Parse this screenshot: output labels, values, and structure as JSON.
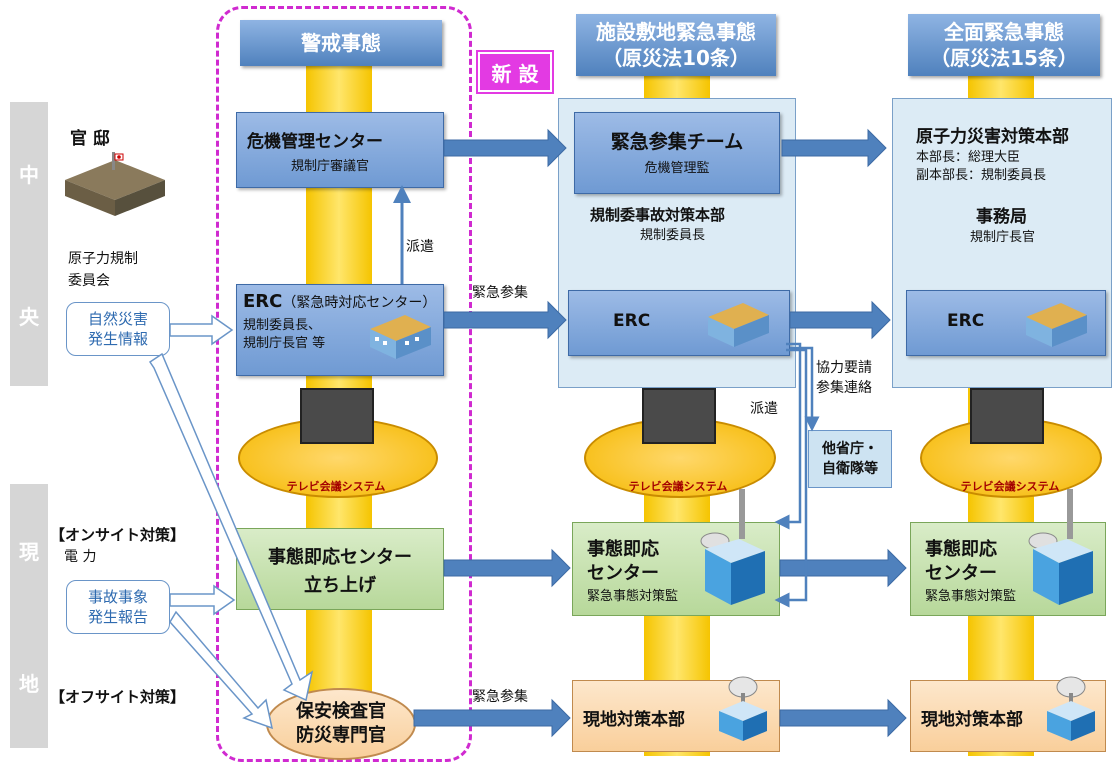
{
  "side_labels": {
    "central": [
      "中",
      "央"
    ],
    "local": [
      "現",
      "地"
    ]
  },
  "headers": {
    "alert": "警戒事態",
    "new_badge": "新 設",
    "site_emergency": [
      "施設敷地緊急事態",
      "（原災法10条）"
    ],
    "general_emergency": [
      "全面緊急事態",
      "（原災法15条）"
    ]
  },
  "left": {
    "kantei": "官 邸",
    "nra": [
      "原子力規制",
      "委員会"
    ],
    "disaster_info": [
      "自然災害",
      "発生情報"
    ],
    "onsite": "【オンサイト対策】",
    "denryoku": "電 力",
    "accident_report": [
      "事故事象",
      "発生報告"
    ],
    "offsite": "【オフサイト対策】"
  },
  "alert_col": {
    "crisis_center": "危機管理センター",
    "crisis_sub": "規制庁審議官",
    "dispatch": "派遣",
    "erc_title": "ERC",
    "erc_paren": "（緊急時対応センター）",
    "erc_sub": [
      "規制委員長、",
      "規制庁長官 等"
    ],
    "tv": "テレビ会議システム",
    "response_center": [
      "事態即応センター",
      "立ち上げ"
    ],
    "inspector": [
      "保安検査官",
      "防災専門官"
    ]
  },
  "site_col": {
    "team": "緊急参集チーム",
    "team_sub": "危機管理監",
    "hq": "規制委事故対策本部",
    "hq_sub": "規制委員長",
    "erc": "ERC",
    "tv": "テレビ会議システム",
    "response_center": [
      "事態即応",
      "センター"
    ],
    "response_sub": "緊急事態対策監",
    "local_hq": "現地対策本部"
  },
  "general_col": {
    "hq": "原子力災害対策本部",
    "chief": "本部長：総理大臣",
    "vice": "副本部長：規制委員長",
    "secretariat": "事務局",
    "secretariat_sub": "規制庁長官",
    "erc": "ERC",
    "tv": "テレビ会議システム",
    "response_center": [
      "事態即応",
      "センター"
    ],
    "response_sub": "緊急事態対策監",
    "local_hq": "現地対策本部"
  },
  "arrow_labels": {
    "kinkyu_sanshu_1": "緊急参集",
    "kinkyu_sanshu_2": "緊急参集",
    "cooperation": [
      "協力要請",
      "参集連絡"
    ],
    "dispatch_2": "派遣",
    "other_ministries": [
      "他省庁・",
      "自衛隊等"
    ]
  }
}
